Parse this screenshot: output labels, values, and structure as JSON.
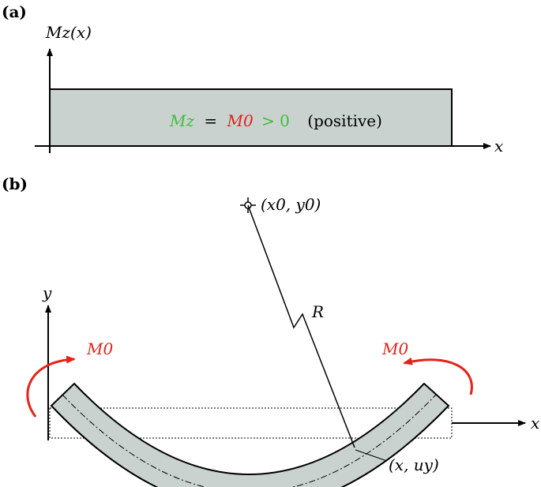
{
  "panel_a": {
    "label": "(a)",
    "y_axis_label": "Mz(x)",
    "x_axis_label": "x",
    "moment_eq": {
      "lhs": "Mz",
      "equals": "=",
      "m0": "M0",
      "rhs": "> 0",
      "note": "(positive)"
    }
  },
  "panel_b": {
    "label": "(b)",
    "center_label": "(x0, y0)",
    "radius_label": "R",
    "y_axis_label": "y",
    "x_axis_label": "x",
    "moment_left": "M0",
    "moment_right": "M0",
    "point_label": "(x, uy)"
  },
  "colors": {
    "fill_gray": "#c9d2cf",
    "red": "#e2231a",
    "green": "#3dbf3d"
  }
}
